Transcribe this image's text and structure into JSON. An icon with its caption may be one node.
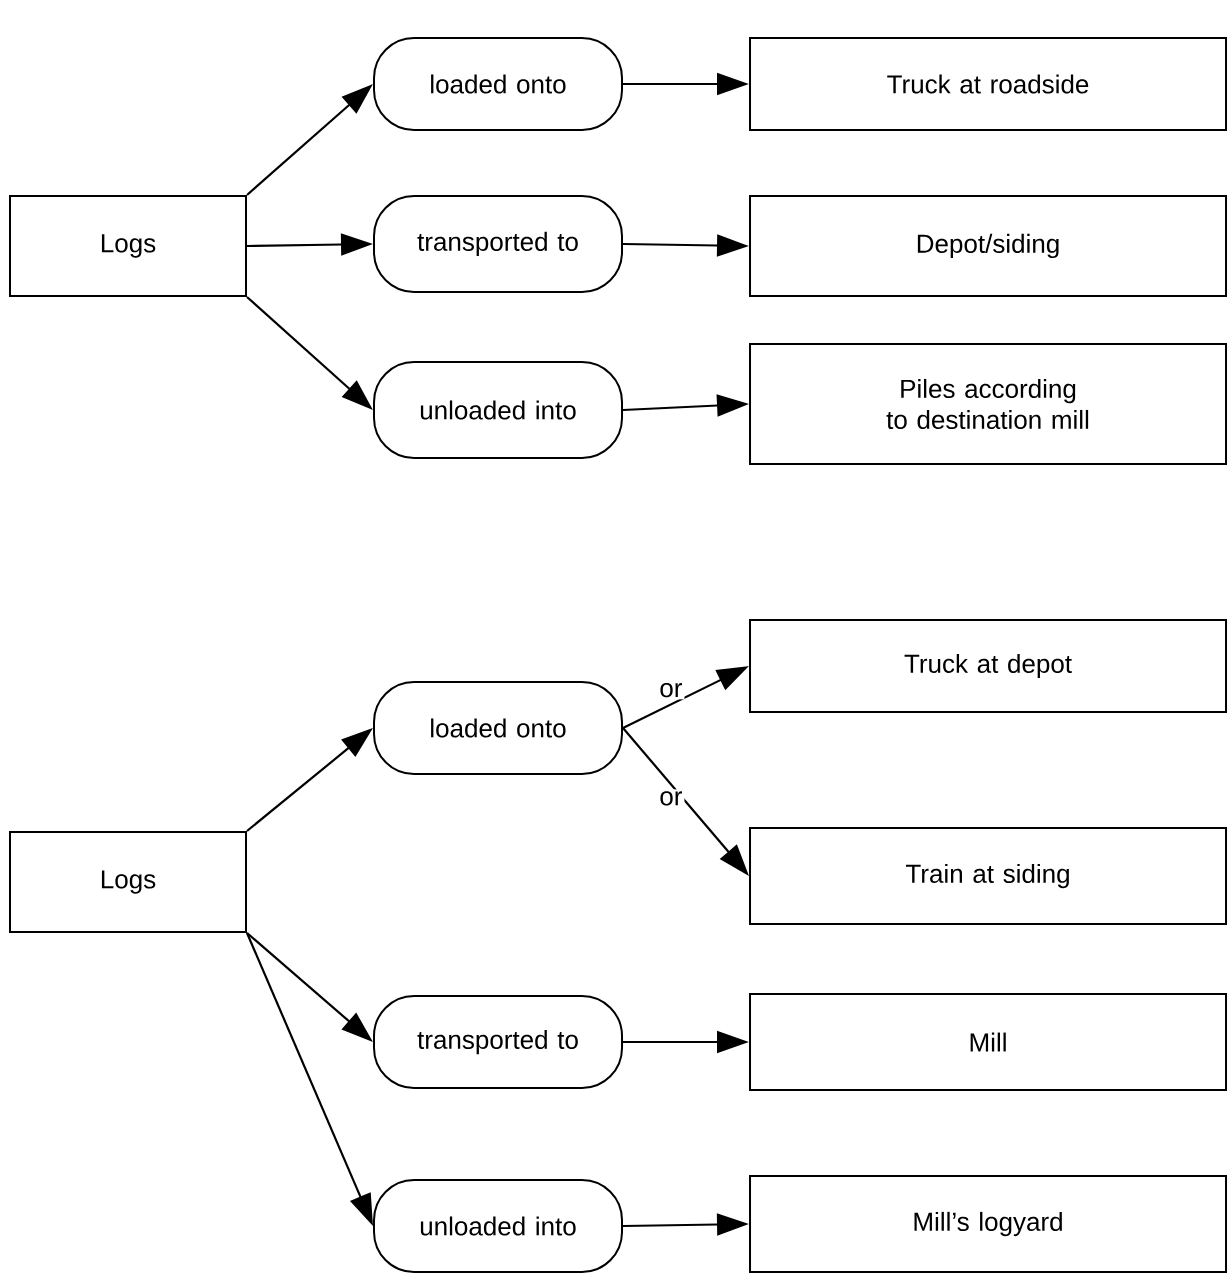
{
  "diagram": {
    "nodes": [
      {
        "text": [
          "Logs"
        ]
      },
      {
        "text": [
          "loaded onto"
        ]
      },
      {
        "text": [
          "transported to"
        ]
      },
      {
        "text": [
          "unloaded into"
        ]
      },
      {
        "text": [
          "Truck at roadside"
        ]
      },
      {
        "text": [
          "Depot/siding"
        ]
      },
      {
        "text": [
          "Piles according to destination mill"
        ]
      },
      {
        "text": [
          "Logs"
        ]
      },
      {
        "text": [
          "loaded onto"
        ]
      },
      {
        "text": [
          "Truck at depot"
        ]
      },
      {
        "text": [
          "Train at siding"
        ]
      },
      {
        "text": [
          "transported to"
        ]
      },
      {
        "text": [
          "Mill"
        ]
      },
      {
        "text": [
          "unloaded into"
        ]
      },
      {
        "text": [
          "Mill’s logyard"
        ]
      }
    ],
    "edges": [
      {
        "from": 0,
        "to": 1,
        "arrow": "to"
      },
      {
        "from": 0,
        "to": 2,
        "arrow": "to"
      },
      {
        "from": 0,
        "to": 3,
        "arrow": "to"
      },
      {
        "from": 1,
        "to": 4,
        "arrow": "to"
      },
      {
        "from": 2,
        "to": 5,
        "arrow": "to"
      },
      {
        "from": 3,
        "to": 6,
        "arrow": "to"
      },
      {
        "from": 7,
        "to": 8,
        "arrow": "to"
      },
      {
        "from": 7,
        "to": 11,
        "arrow": "to"
      },
      {
        "from": 7,
        "to": 13,
        "arrow": "to"
      },
      {
        "from": 8,
        "to": 9,
        "arrow": "to",
        "label": "or"
      },
      {
        "from": 8,
        "to": 10,
        "arrow": "to",
        "label": "or"
      },
      {
        "from": 11,
        "to": 12,
        "arrow": "to"
      },
      {
        "from": 13,
        "to": 14,
        "arrow": "to"
      }
    ]
  }
}
